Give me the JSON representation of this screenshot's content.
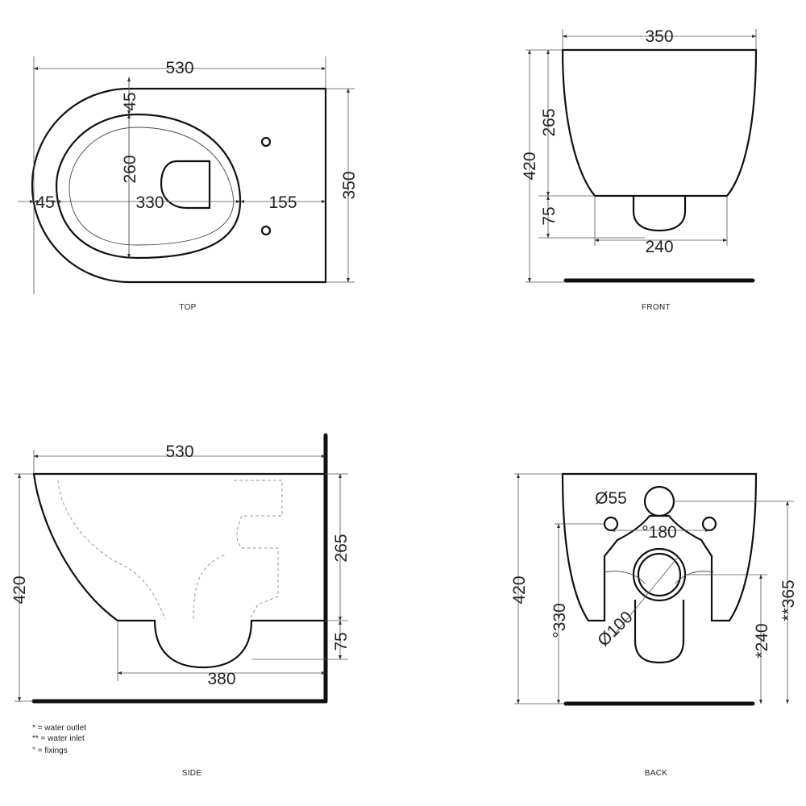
{
  "views": {
    "top": {
      "caption": "TOP",
      "dims": {
        "length": "530",
        "width": "350",
        "rim_front": "45",
        "rim_side": "45",
        "bowl_width": "260",
        "bowl_length": "330",
        "rear": "155"
      }
    },
    "front": {
      "caption": "FRONT",
      "dims": {
        "width": "350",
        "body_height": "265",
        "total_height": "420",
        "outlet_height": "75",
        "base_width": "240"
      }
    },
    "side": {
      "caption": "SIDE",
      "dims": {
        "length": "530",
        "total_height": "420",
        "body_height": "265",
        "outlet_height": "75",
        "base_length": "380"
      }
    },
    "back": {
      "caption": "BACK",
      "dims": {
        "inlet_dia": "Ø55",
        "fixing_spacing": "°180",
        "outlet_dia": "Ø100",
        "total_height": "420",
        "fixing_height": "°330",
        "outlet_height": "*240",
        "inlet_height": "**365"
      }
    }
  },
  "legend": [
    "* = water outlet",
    "** = water inlet",
    "° = fixings"
  ]
}
